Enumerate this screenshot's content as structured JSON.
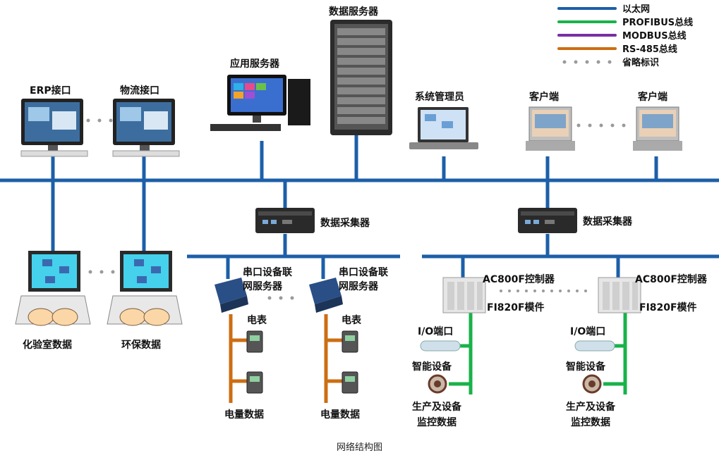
{
  "colors": {
    "ethernet": "#1d5fa8",
    "profibus": "#19b24a",
    "modbus": "#7a2fa1",
    "rs485": "#cc6e12",
    "omitted": "#9a9a9a"
  },
  "legend": [
    {
      "label": "以太网",
      "style": "ethernet"
    },
    {
      "label": "PROFIBUS总线",
      "style": "profibus"
    },
    {
      "label": "MODBUS总线",
      "style": "modbus"
    },
    {
      "label": "RS-485总线",
      "style": "rs485"
    },
    {
      "label": "省略标识",
      "style": "omitted"
    }
  ],
  "nodes": {
    "erp": "ERP接口",
    "logistics": "物流接口",
    "app_server": "应用服务器",
    "data_server": "数据服务器",
    "sys_admin": "系统管理员",
    "client1": "客户端",
    "client2": "客户端",
    "collector1": "数据采集器",
    "collector2": "数据采集器",
    "lab": "化验室数据",
    "env": "环保数据",
    "serial1": "串口设备联\n网服务器",
    "serial2": "串口设备联\n网服务器",
    "meter1": "电表",
    "meter2": "电表",
    "power1": "电量数据",
    "power2": "电量数据",
    "ctrl1": "AC800F控制器",
    "ctrl2": "AC800F控制器",
    "mod1": "FI820F模件",
    "mod2": "FI820F模件",
    "io1": "I/O端口",
    "io2": "I/O端口",
    "smart1": "智能设备",
    "smart2": "智能设备",
    "prod1": "生产及设备\n监控数据",
    "prod2": "生产及设备\n监控数据"
  },
  "caption": "网络结构图"
}
